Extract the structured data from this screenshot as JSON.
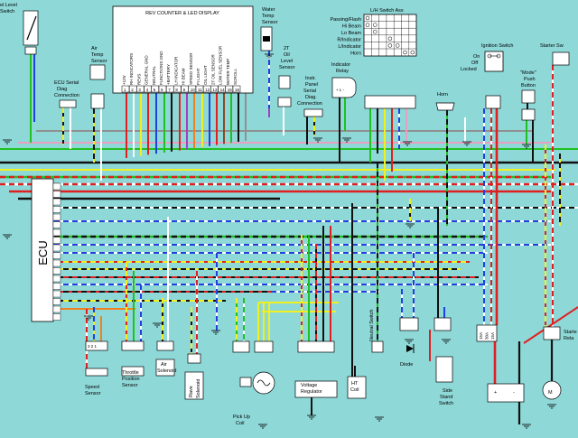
{
  "labels": {
    "level_switch": "el Level\nSwitch",
    "rev_counter": "REV COUNTER & LED DISPLAY",
    "rev_pins": [
      "+12V",
      "RH INDICATORS",
      "REVS",
      "GENERAL GND",
      "NEUTRAL",
      "FUNCTIONS GND",
      "+BATTERY",
      "LH INDICATOR",
      "HI BEAM",
      "SPEED SENSOR",
      "FI LIGHT",
      "OIL LIGHT",
      "2T OIL SENSOR",
      "LOW FUEL SENSOR",
      "WATER TEMP",
      "SCROLL"
    ],
    "rev_pin_nums": [
      "1",
      "2",
      "3",
      "4",
      "5",
      "6",
      "7",
      "8",
      "9",
      "10",
      "11",
      "12",
      "13",
      "14",
      "15",
      "16"
    ],
    "water_temp": "Water\nTemp\nSensor",
    "air_temp": "Air\nTemp\nSensor",
    "oil_level": "2T\nOil\nLevel\nSensor",
    "ecu_serial": "ECU Serial\nDiag\nConnection",
    "instr_serial": "Instr.\nPanel\nSerial\nDiag.\nConnection",
    "indicator_relay": "Indicator\nRelay",
    "lh_switch": "L/H Switch Ass",
    "lh_switch_rows": [
      "Passing/Flash",
      "Hi Beam",
      "Lo Beam",
      "R/Indicator",
      "L/Indicator",
      "Horn"
    ],
    "horn": "Horn",
    "ignition_switch": "Ignition Switch",
    "ignition_on": "On",
    "ignition_off": "Off",
    "ignition_locked": "Locked",
    "mode_button": "\"Mode\"\nPush\nButton",
    "starter_switch": "Starter Sw",
    "ecu": "ECU",
    "speed_sensor": "Speed\nSensor",
    "throttle_sensor": "Throttle\nPosition\nSensor",
    "air_solenoid": "Air\nSolenoid",
    "rave_solenoid": "Rave\nSolenoid",
    "pickup_coil": "Pick Up\nCoil",
    "voltage_regulator": "Voltage\nRegulator",
    "ht_coil": "HT\nCoil",
    "neutral_switch": "Neutral Switch",
    "diode": "Diode",
    "side_stand": "Side\nStand\nSwitch",
    "starter_relay": "Starte\nRela",
    "relay_pins": [
      "15A",
      "30A",
      "15A"
    ],
    "battery_plus": "+",
    "battery_minus": "-",
    "motor_label": "M"
  },
  "colors": {
    "background": "#8fd8d8",
    "red": "#e02020",
    "black": "#111111",
    "yellow": "#f0f020",
    "green": "#20c020",
    "blue": "#2040e0",
    "white": "#ffffff",
    "pink": "#e8a0c0",
    "orange": "#f08020",
    "purple": "#a040c0",
    "brown": "#8a4a20",
    "grey": "#909090"
  }
}
